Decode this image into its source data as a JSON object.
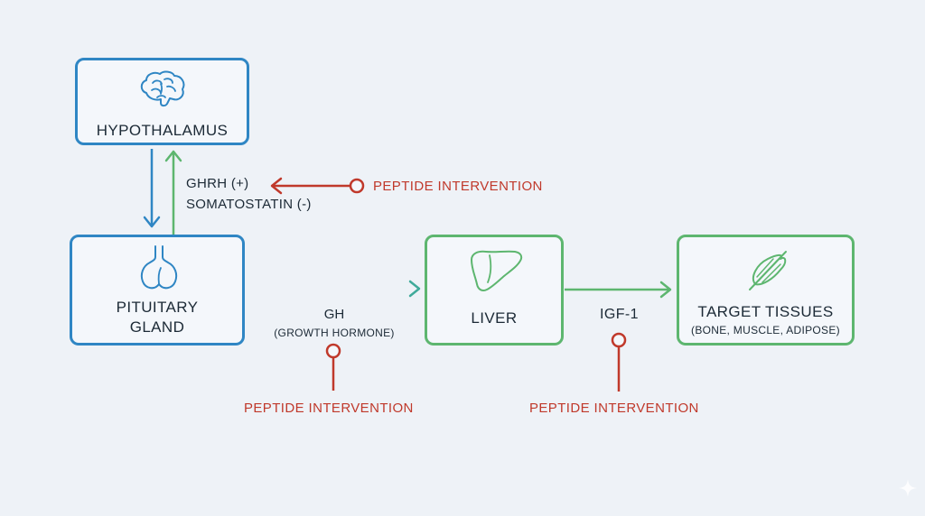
{
  "nodes": {
    "hypothalamus": {
      "label": "HYPOTHALAMUS",
      "icon": "brain-icon"
    },
    "pituitary": {
      "label": "PITUITARY\nGLAND",
      "icon": "pituitary-gland-icon"
    },
    "liver": {
      "label": "LIVER",
      "icon": "liver-icon"
    },
    "target": {
      "label": "TARGET TISSUES",
      "sublabel": "(BONE, MUSCLE, ADIPOSE)",
      "icon": "muscle-icon"
    }
  },
  "edges": {
    "feedback_line1": "GHRH (+)",
    "feedback_line2": "SOMATOSTATIN (-)",
    "gh_label": "GH",
    "gh_sublabel": "(GROWTH HORMONE)",
    "igf_label": "IGF-1"
  },
  "interventions": {
    "hypothalamus": "PEPTIDE INTERVENTION",
    "gh": "PEPTIDE INTERVENTION",
    "igf": "PEPTIDE INTERVENTION"
  },
  "colors": {
    "blue": "#2f86c4",
    "green": "#5db66f",
    "teal": "#3c9aa0",
    "red": "#c0392b",
    "background": "#eef2f7"
  }
}
